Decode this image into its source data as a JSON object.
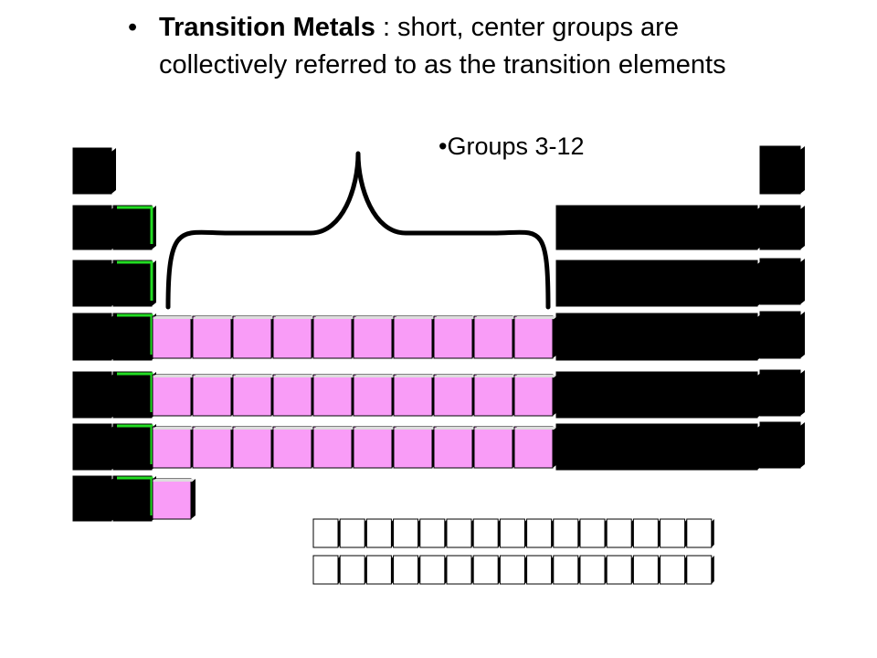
{
  "slide": {
    "bullet_main": {
      "bullet": "•",
      "term": "Transition Metals",
      "definition": " : short, center groups are collectively referred to as the transition elements"
    },
    "bullet_sub": {
      "bullet": "•",
      "text": "Groups 3-12"
    }
  },
  "colors": {
    "transition": "#f99cf7",
    "other": "#000000",
    "edge_highlight": "#22dd22",
    "f_block": "#ffffff"
  },
  "periodic_table": {
    "transition_periods": 4,
    "transition_cells_per_period": [
      10,
      10,
      10,
      1
    ],
    "f_block_rows": 2,
    "f_block_cells_per_row": 15
  }
}
